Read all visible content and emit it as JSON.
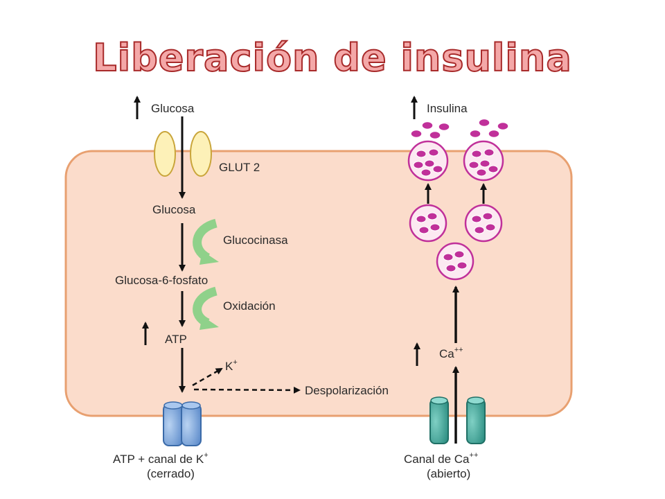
{
  "title": "Liberación de insulina",
  "labels": {
    "glucosa_top": "Glucosa",
    "glut2": "GLUT 2",
    "glucosa": "Glucosa",
    "glucocinasa": "Glucocinasa",
    "g6p": "Glucosa-6-fosfato",
    "oxidacion": "Oxidación",
    "atp": "ATP",
    "k": "K",
    "k_sup": "+",
    "despolarizacion": "Despolarización",
    "katp_line1": "ATP + canal de K",
    "katp_sup": "+",
    "katp_line2": "(cerrado)",
    "insulina": "Insulina",
    "ca": "Ca",
    "ca_sup": "++",
    "cach_line1": "Canal de Ca",
    "cach_sup": "++",
    "cach_line2": "(abierto)"
  },
  "colors": {
    "cell_fill": "#fbdccb",
    "cell_stroke": "#e8a070",
    "glut": "#fdf1b8",
    "glut_stroke": "#c9a53a",
    "enzyme_arrow": "#8fd18a",
    "k_channel": "#7ba7db",
    "ca_channel": "#3aa89a",
    "vesicle_dot": "#c0309a",
    "vesicle_ring": "#c0309a"
  }
}
